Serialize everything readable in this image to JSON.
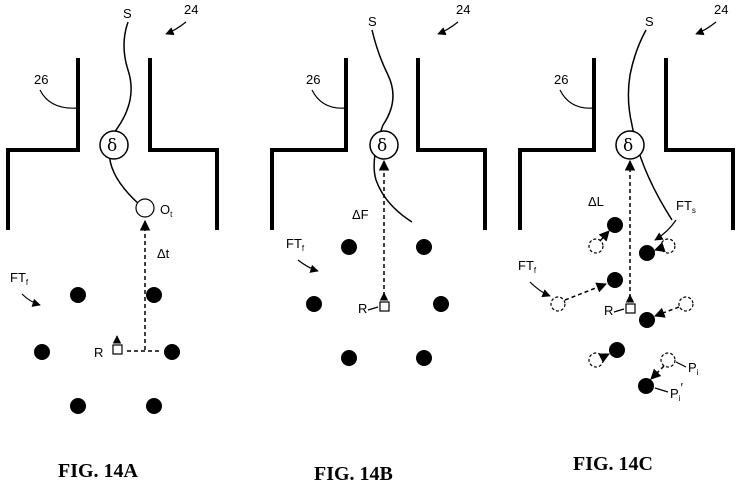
{
  "figures": [
    {
      "caption": "FIG. 14A",
      "labels": {
        "ref_24": "24",
        "strand": "S",
        "ref_26": "26",
        "delta_symbol": "δ",
        "origin": "O",
        "origin_sub": "t",
        "offset": "Δt",
        "reference": "R",
        "features": "FT",
        "features_sub": "f"
      }
    },
    {
      "caption": "FIG. 14B",
      "labels": {
        "ref_24": "24",
        "strand": "S",
        "ref_26": "26",
        "delta_symbol": "δ",
        "offset": "ΔF",
        "reference": "R",
        "features": "FT",
        "features_sub": "f"
      }
    },
    {
      "caption": "FIG. 14C",
      "labels": {
        "ref_24": "24",
        "strand": "S",
        "ref_26": "26",
        "delta_symbol": "δ",
        "offset": "ΔL",
        "reference": "R",
        "features_s": "FT",
        "features_s_sub": "s",
        "features_f": "FT",
        "features_f_sub": "f",
        "point": "P",
        "point_sub": "i",
        "point_prime": "P",
        "point_prime_sub": "i",
        "prime_mark": "′"
      }
    }
  ]
}
